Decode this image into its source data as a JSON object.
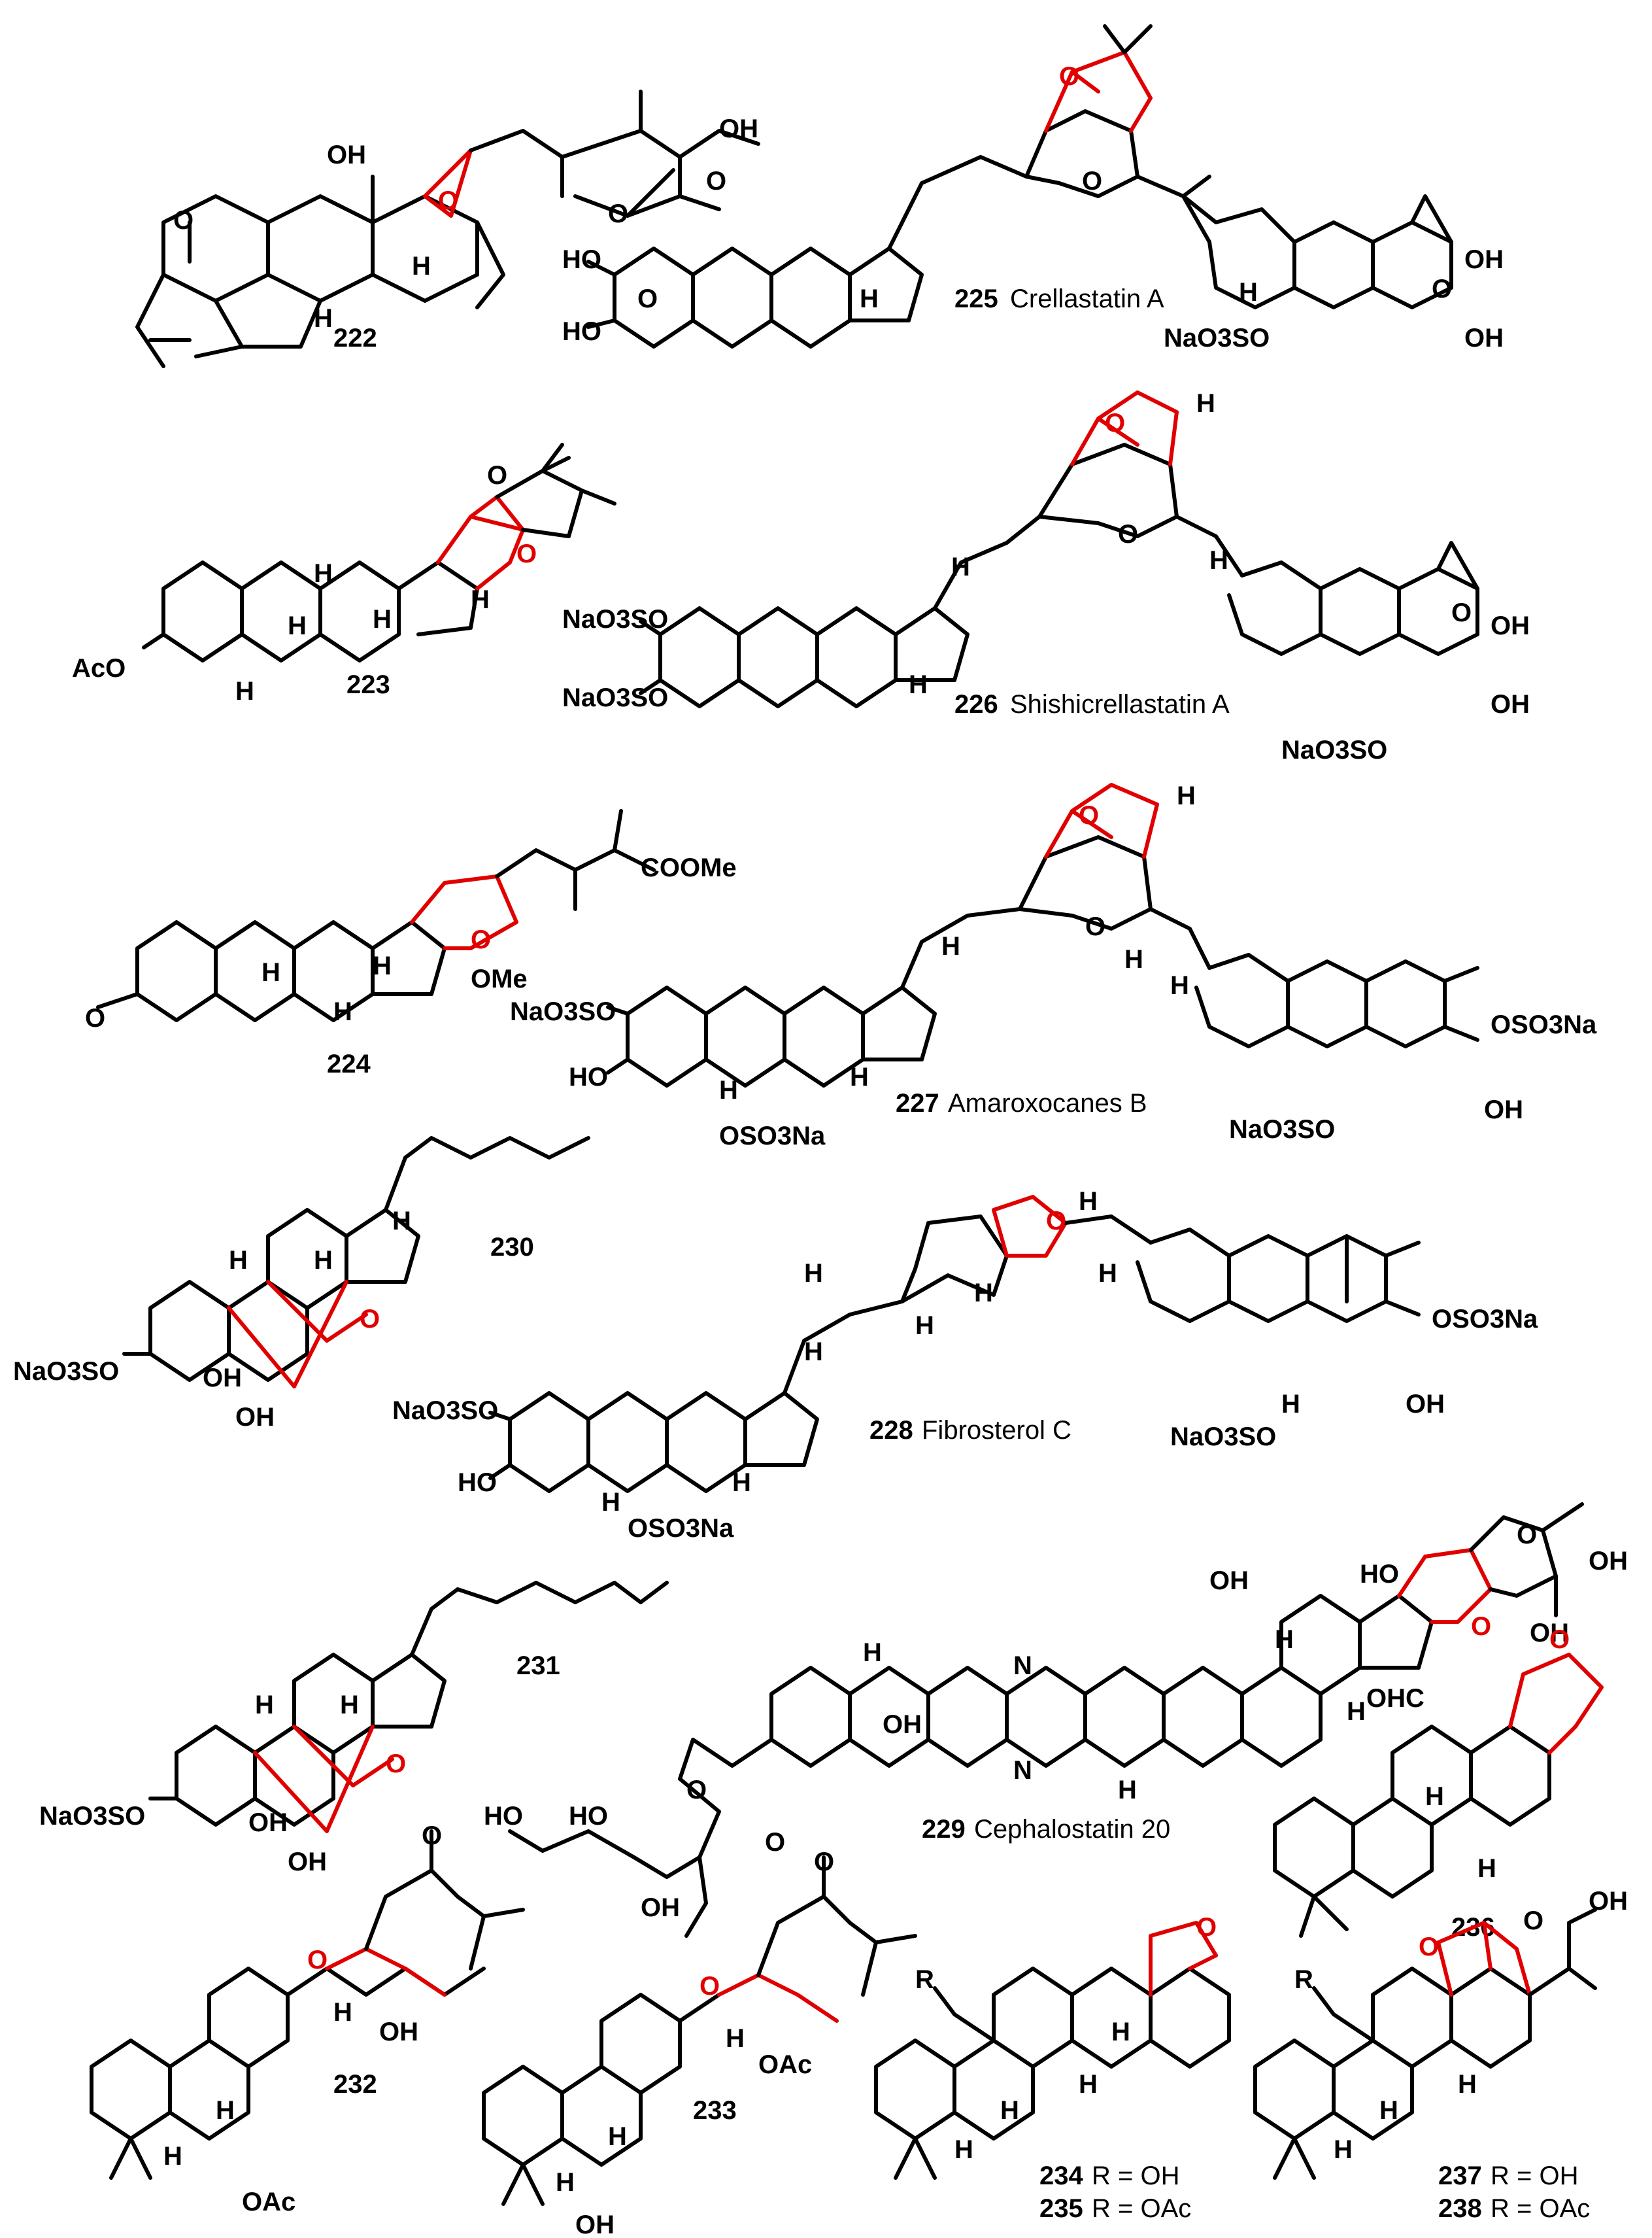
{
  "compounds": [
    {
      "id": "222",
      "name": ""
    },
    {
      "id": "223",
      "name": ""
    },
    {
      "id": "224",
      "name": ""
    },
    {
      "id": "225",
      "name": "Crellastatin A"
    },
    {
      "id": "226",
      "name": "Shishicrellastatin A"
    },
    {
      "id": "227",
      "name": "Amaroxocanes B"
    },
    {
      "id": "228",
      "name": "Fibrosterol C"
    },
    {
      "id": "229",
      "name": "Cephalostatin 20"
    },
    {
      "id": "230",
      "name": ""
    },
    {
      "id": "231",
      "name": ""
    },
    {
      "id": "232",
      "name": ""
    },
    {
      "id": "233",
      "name": ""
    },
    {
      "id": "234",
      "name": "R = OH"
    },
    {
      "id": "235",
      "name": "R = OAc"
    },
    {
      "id": "236",
      "name": ""
    },
    {
      "id": "237",
      "name": "R = OH"
    },
    {
      "id": "238",
      "name": "R = OAc"
    }
  ],
  "atoms": {
    "oh": "OH",
    "ho": "HO",
    "h": "H",
    "o": "O",
    "n": "N",
    "r": "R",
    "aco": "AcO",
    "oac": "OAc",
    "ome": "OMe",
    "coome": "COOMe",
    "naso3so": "NaO3SO",
    "oso3na": "OSO3Na",
    "ohc": "OHC"
  }
}
